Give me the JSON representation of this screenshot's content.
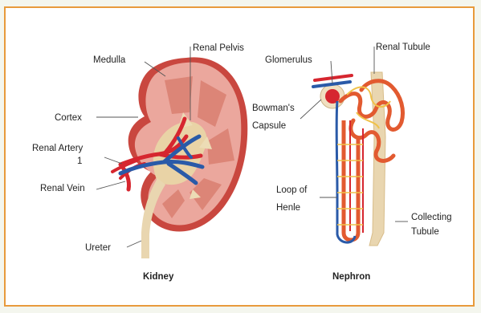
{
  "colors": {
    "frame_border": "#e89a3c",
    "artery": "#d6262f",
    "vein": "#2a5aa8",
    "kidney_tissue": "#e8a39a",
    "medulla": "#d9806f",
    "ureter": "#e8d6b0",
    "tubule": "#e25a30"
  },
  "kidney": {
    "caption": "Kidney",
    "labels": {
      "renal_pelvis": "Renal Pelvis",
      "medulla": "Medulla",
      "cortex": "Cortex",
      "renal_artery": "Renal Artery",
      "renal_artery_num": "1",
      "renal_vein": "Renal Vein",
      "ureter": "Ureter"
    }
  },
  "nephron": {
    "caption": "Nephron",
    "labels": {
      "glomerulus": "Glomerulus",
      "renal_tubule": "Renal Tubule",
      "bowmans_line1": "Bowman's",
      "bowmans_line2": "Capsule",
      "loop_line1": "Loop of",
      "loop_line2": "Henle",
      "collecting_line1": "Collecting",
      "collecting_line2": "Tubule"
    }
  }
}
